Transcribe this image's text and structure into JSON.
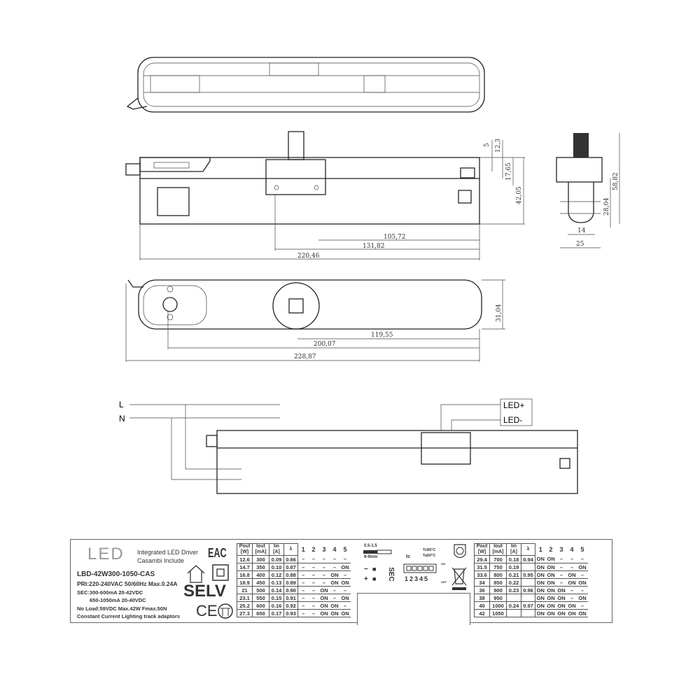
{
  "dimensions": {
    "side_view": {
      "d5": "5",
      "d12_3": "12,3",
      "d17_65": "17,65",
      "d42_05": "42,05",
      "d105_72": "105,72",
      "d131_82": "131,82",
      "d220_46": "220,46"
    },
    "end_view": {
      "d58_82": "58,82",
      "d28_04": "28,04",
      "d14": "14",
      "d25": "25"
    },
    "bottom_view": {
      "d31_04": "31,04",
      "d119_55": "119,55",
      "d200_07": "200,07",
      "d228_87": "228,87"
    }
  },
  "wiring": {
    "L": "L",
    "N": "N",
    "led_plus": "LED+",
    "led_minus": "LED-"
  },
  "label": {
    "logo_text": "LED",
    "title1": "Integrated LED Driver",
    "title2": "Casambi Include",
    "model": "LBD-42W300-1050-CAS",
    "pri": "PRI:220-240VAC  50/60Hz  Max.0.24A",
    "sec1": "SEC:300-600mA    20-42VDC",
    "sec2": "650-1050mA  20-40VDC",
    "noload": "No Load:59VDC  Max.42W  Fmax.50N",
    "desc": "Constant Current Lighting track adaptors",
    "eac": "EAC",
    "selv": "SELV",
    "ce": "CE",
    "wire_spec": "0.5-1.5",
    "strip": "8-9mm",
    "tc": "Tc85°C",
    "ta": "Ta50°C",
    "tc_point": "tc",
    "sec": "SEC",
    "minus": "−",
    "plus": "+",
    "dip_numbers": "12345",
    "dip_on": "ON",
    "dip_off": "OFF",
    "table_headers": [
      "Pout [W]",
      "Iout [mA]",
      "Iin [A]",
      "λ",
      "1",
      "2",
      "3",
      "4",
      "5"
    ],
    "table_left": [
      [
        "12.6",
        "300",
        "0.09",
        "0.86",
        "–",
        "–",
        "–",
        "–",
        "–"
      ],
      [
        "14.7",
        "350",
        "0.10",
        "0.87",
        "–",
        "–",
        "–",
        "–",
        "ON"
      ],
      [
        "16.8",
        "400",
        "0.12",
        "0.88",
        "–",
        "–",
        "–",
        "ON",
        "–"
      ],
      [
        "18.9",
        "450",
        "0.13",
        "0.89",
        "–",
        "–",
        "–",
        "ON",
        "ON"
      ],
      [
        "21",
        "500",
        "0.14",
        "0.90",
        "–",
        "–",
        "ON",
        "–",
        "–"
      ],
      [
        "23.1",
        "550",
        "0.15",
        "0.91",
        "–",
        "–",
        "ON",
        "–",
        "ON"
      ],
      [
        "25.2",
        "600",
        "0.16",
        "0.92",
        "–",
        "–",
        "ON",
        "ON",
        "–"
      ],
      [
        "27.3",
        "650",
        "0.17",
        "0.93",
        "–",
        "–",
        "ON",
        "ON",
        "ON"
      ]
    ],
    "table_right": [
      [
        "29.4",
        "700",
        "0.18",
        "0.94",
        "ON",
        "ON",
        "–",
        "–",
        "–"
      ],
      [
        "31.5",
        "750",
        "0.19",
        "",
        "ON",
        "ON",
        "–",
        "–",
        "ON"
      ],
      [
        "33.6",
        "800",
        "0.21",
        "0.95",
        "ON",
        "ON",
        "–",
        "ON",
        "–"
      ],
      [
        "34",
        "850",
        "0.22",
        "",
        "ON",
        "ON",
        "–",
        "ON",
        "ON"
      ],
      [
        "36",
        "900",
        "0.23",
        "0.96",
        "ON",
        "ON",
        "ON",
        "–",
        "–"
      ],
      [
        "38",
        "950",
        "",
        "",
        "ON",
        "ON",
        "ON",
        "–",
        "ON"
      ],
      [
        "40",
        "1000",
        "0.24",
        "0.97",
        "ON",
        "ON",
        "ON",
        "ON",
        "–"
      ],
      [
        "42",
        "1050",
        "",
        "",
        "ON",
        "ON",
        "ON",
        "ON",
        "ON"
      ]
    ]
  }
}
